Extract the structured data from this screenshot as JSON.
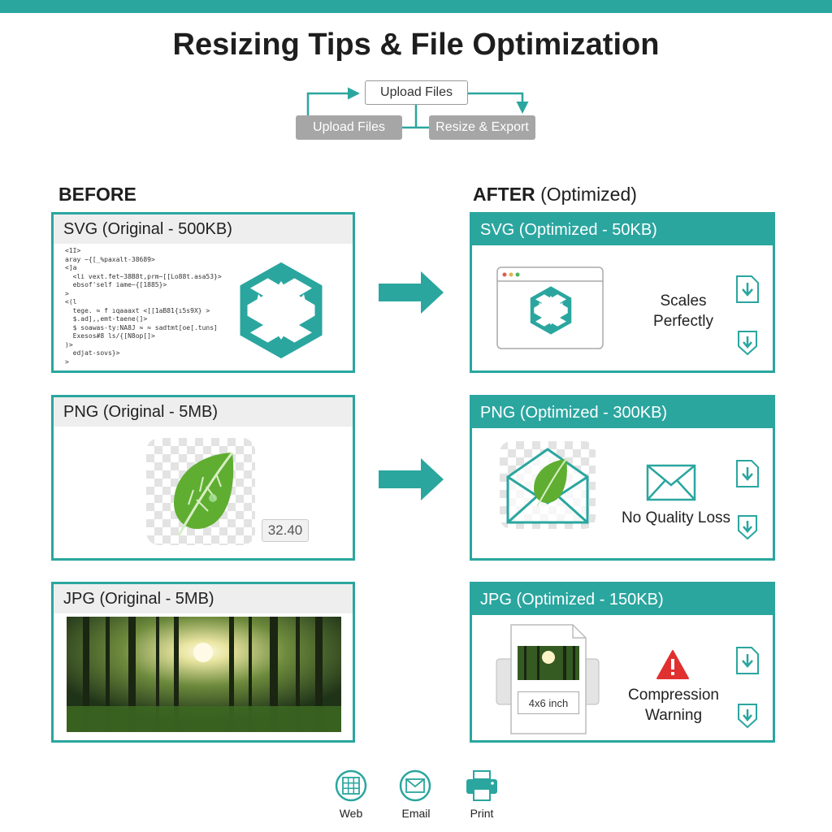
{
  "title": "Resizing Tips & File Optimization",
  "flow": {
    "top": "Upload Files",
    "left": "Upload Files",
    "right": "Resize & Export"
  },
  "before": {
    "heading": "BEFORE",
    "svg_title": "SVG (Original - 500KB)",
    "png_title": "PNG (Original - 5MB)",
    "png_size_label": "32.40",
    "jpg_title": "JPG (Original - 5MB)"
  },
  "after": {
    "heading_bold": "AFTER",
    "heading_light": "(Optimized)",
    "svg_title": "SVG (Optimized - 50KB)",
    "svg_caption_1": "Scales",
    "svg_caption_2": "Perfectly",
    "png_title": "PNG (Optimized - 300KB)",
    "png_caption": "No Quality Loss",
    "jpg_title": "JPG (Optimized - 150KB)",
    "jpg_inch_label": "4x6 inch",
    "jpg_caption_1": "Compression",
    "jpg_caption_2": "Warning"
  },
  "code_lines": [
    "<1I>",
    "aray ~{[_%paxalt-38689>",
    "<]a",
    "  <li vext.fet~38B8t,prm~[[Lo88t.asa53}>",
    "  ebsof'self iame~{[1885}>",
    ">",
    "<(l",
    "  tege. ≈ f ıqaaaxt <[[1aB81{ı5s9X} >",
    "  $.ad],,emt-taene(]>",
    "  $ soawas-ty:NA8J ≈ ≈ sadtmt[oe[.tuns]",
    "  Exesos#8 ls/{[N8op[]>",
    ")>",
    "  edjat-sovs}>",
    ">"
  ],
  "outputs": [
    {
      "label": "Web",
      "icon": "globe-grid-icon"
    },
    {
      "label": "Email",
      "icon": "envelope-icon"
    },
    {
      "label": "Print",
      "icon": "printer-icon"
    }
  ],
  "colors": {
    "accent": "#2aa69f",
    "warning": "#e03030",
    "leaf": "#5fae32",
    "panel_head_before": "#eeeeee",
    "flow_box_gray": "#a6a6a6"
  }
}
